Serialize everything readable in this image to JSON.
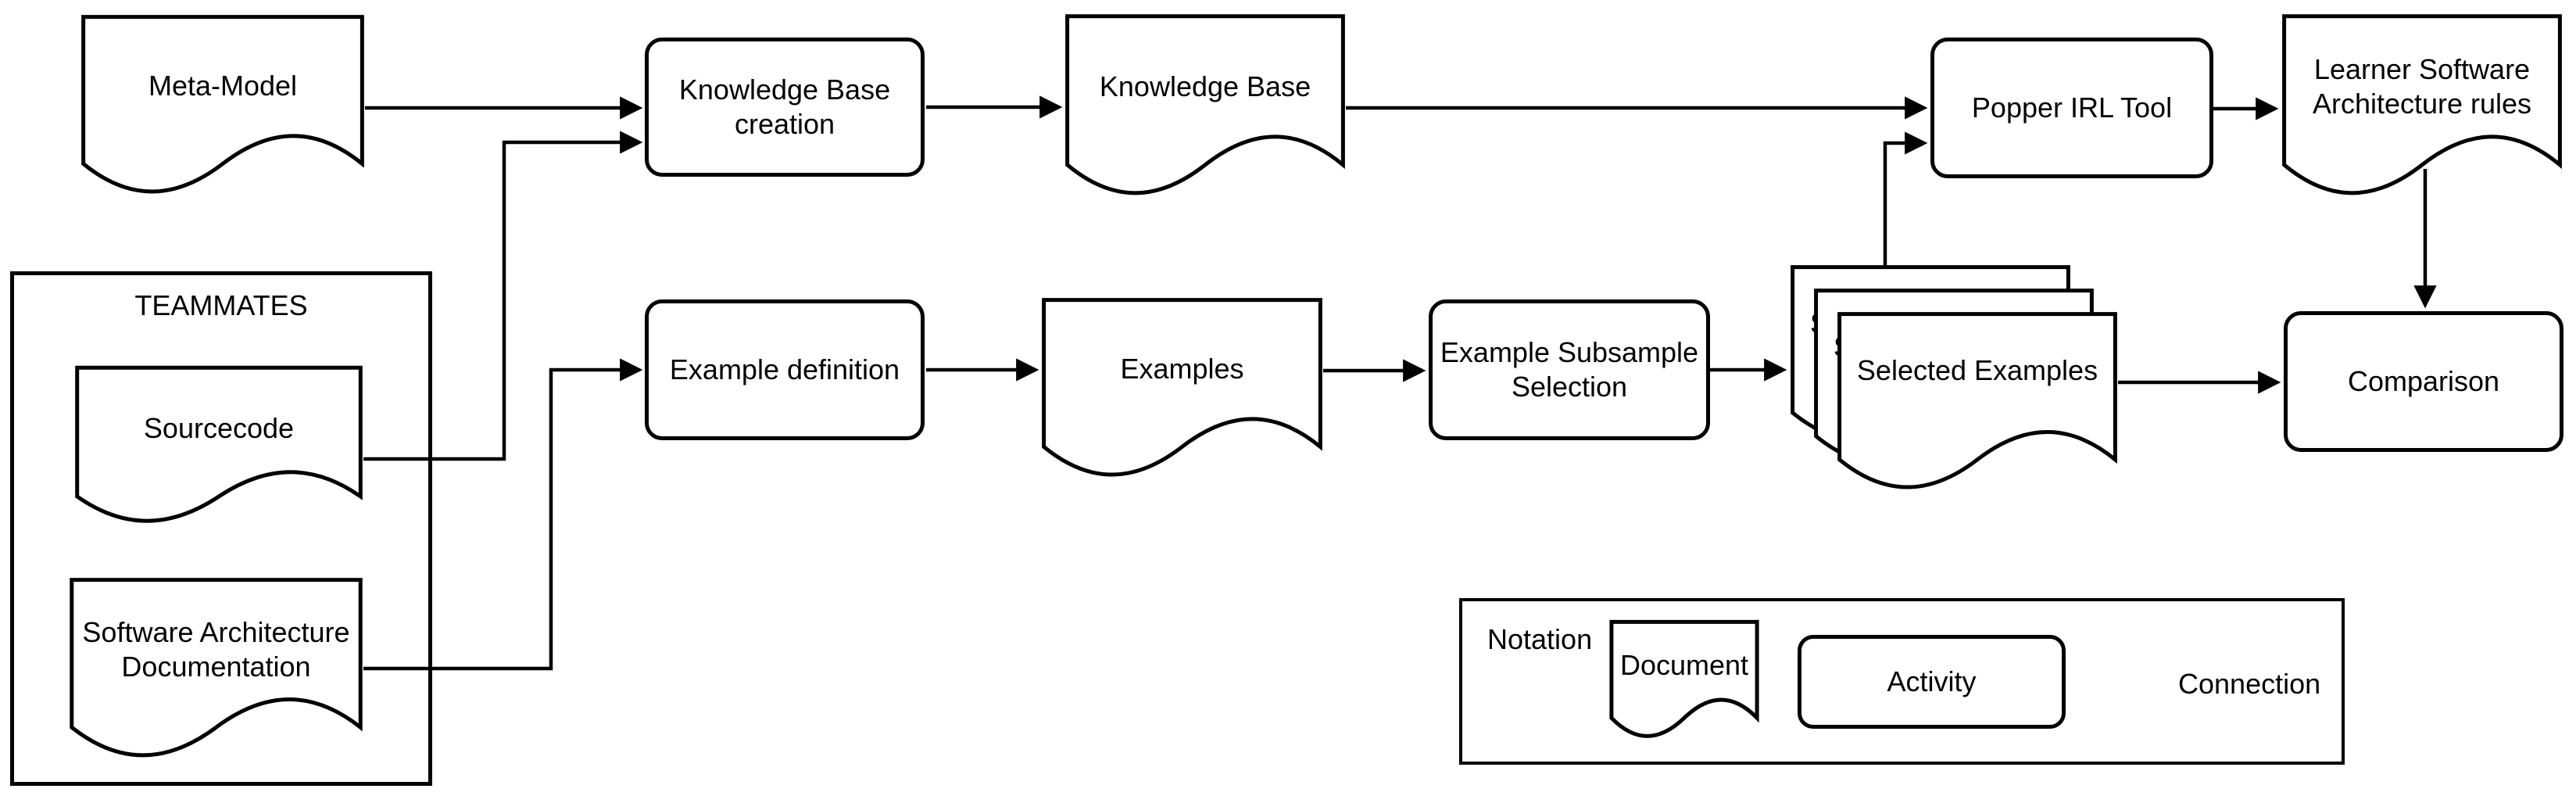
{
  "diagram": {
    "colors": {
      "stroke": "#000000",
      "fill": "#ffffff"
    },
    "containers": {
      "teammates": {
        "label": "TEAMMATES"
      }
    },
    "nodes": {
      "meta_model": {
        "label": "Meta-Model",
        "type": "document"
      },
      "knowledge_base_creation": {
        "label": "Knowledge Base creation",
        "type": "activity"
      },
      "knowledge_base": {
        "label": "Knowledge Base",
        "type": "document"
      },
      "popper_irl_tool": {
        "label": "Popper IRL Tool",
        "type": "activity"
      },
      "learner_rules": {
        "label": "Learner Software Architecture rules",
        "type": "document"
      },
      "sourcecode": {
        "label": "Sourcecode",
        "type": "document"
      },
      "software_architecture_documentation": {
        "label": "Software Architecture Documentation",
        "type": "document"
      },
      "example_definition": {
        "label": "Example definition",
        "type": "activity"
      },
      "examples": {
        "label": "Examples",
        "type": "document"
      },
      "example_subsample_selection": {
        "label": "Example Subsample Selection",
        "type": "activity"
      },
      "selected_examples": {
        "label": "Selected Examples",
        "type": "document-stack"
      },
      "comparison": {
        "label": "Comparison",
        "type": "activity"
      }
    },
    "edges": [
      {
        "from": "Meta-Model",
        "to": "Knowledge Base creation"
      },
      {
        "from": "Sourcecode",
        "to": "Knowledge Base creation"
      },
      {
        "from": "Software Architecture Documentation",
        "to": "Example definition"
      },
      {
        "from": "Knowledge Base creation",
        "to": "Knowledge Base"
      },
      {
        "from": "Knowledge Base",
        "to": "Popper IRL Tool"
      },
      {
        "from": "Example definition",
        "to": "Examples"
      },
      {
        "from": "Examples",
        "to": "Example Subsample Selection"
      },
      {
        "from": "Example Subsample Selection",
        "to": "Selected Examples"
      },
      {
        "from": "Selected Examples",
        "to": "Popper IRL Tool"
      },
      {
        "from": "Selected Examples",
        "to": "Comparison"
      },
      {
        "from": "Popper IRL Tool",
        "to": "Learner Software Architecture rules"
      },
      {
        "from": "Learner Software Architecture rules",
        "to": "Comparison"
      }
    ],
    "legend": {
      "title": "Notation",
      "items": [
        {
          "label": "Document",
          "shape": "document"
        },
        {
          "label": "Activity",
          "shape": "activity"
        },
        {
          "label": "Connection",
          "shape": "arrow"
        }
      ]
    }
  }
}
